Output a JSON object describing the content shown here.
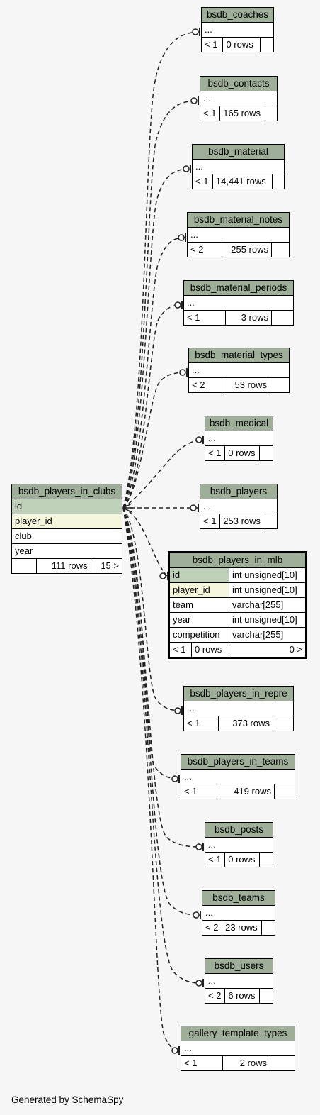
{
  "focus_table": {
    "name": "bsdb_players_in_mlb",
    "columns": [
      {
        "name": "id",
        "type": "int unsigned[10]"
      },
      {
        "name": "player_id",
        "type": "int unsigned[10]"
      },
      {
        "name": "team",
        "type": "varchar[255]"
      },
      {
        "name": "year",
        "type": "int unsigned[10]"
      },
      {
        "name": "competition",
        "type": "varchar[255]"
      }
    ],
    "parents": "< 1",
    "rows": "0 rows",
    "children": "0 >"
  },
  "clubs_table": {
    "name": "bsdb_players_in_clubs",
    "columns": [
      "id",
      "player_id",
      "club",
      "year"
    ],
    "rows": "111 rows",
    "children": "15 >"
  },
  "tables": [
    {
      "name": "bsdb_coaches",
      "ellipsis": "...",
      "parents": "< 1",
      "rows": "0 rows"
    },
    {
      "name": "bsdb_contacts",
      "ellipsis": "...",
      "parents": "< 1",
      "rows": "165 rows"
    },
    {
      "name": "bsdb_material",
      "ellipsis": "...",
      "parents": "< 1",
      "rows": "14,441 rows"
    },
    {
      "name": "bsdb_material_notes",
      "ellipsis": "...",
      "parents": "< 2",
      "rows": "255 rows"
    },
    {
      "name": "bsdb_material_periods",
      "ellipsis": "...",
      "parents": "< 1",
      "rows": "3 rows"
    },
    {
      "name": "bsdb_material_types",
      "ellipsis": "...",
      "parents": "< 2",
      "rows": "53 rows"
    },
    {
      "name": "bsdb_medical",
      "ellipsis": "...",
      "parents": "< 1",
      "rows": "0 rows"
    },
    {
      "name": "bsdb_players",
      "ellipsis": "...",
      "parents": "< 1",
      "rows": "253 rows"
    },
    {
      "name": "bsdb_players_in_repre",
      "ellipsis": "...",
      "parents": "< 1",
      "rows": "373 rows"
    },
    {
      "name": "bsdb_players_in_teams",
      "ellipsis": "...",
      "parents": "< 1",
      "rows": "419 rows"
    },
    {
      "name": "bsdb_posts",
      "ellipsis": "...",
      "parents": "< 1",
      "rows": "0 rows"
    },
    {
      "name": "bsdb_teams",
      "ellipsis": "...",
      "parents": "< 2",
      "rows": "23 rows"
    },
    {
      "name": "bsdb_users",
      "ellipsis": "...",
      "parents": "< 2",
      "rows": "6 rows"
    },
    {
      "name": "gallery_template_types",
      "ellipsis": "...",
      "parents": "< 1",
      "rows": "2 rows"
    }
  ],
  "footer": "Generated by SchemaSpy"
}
